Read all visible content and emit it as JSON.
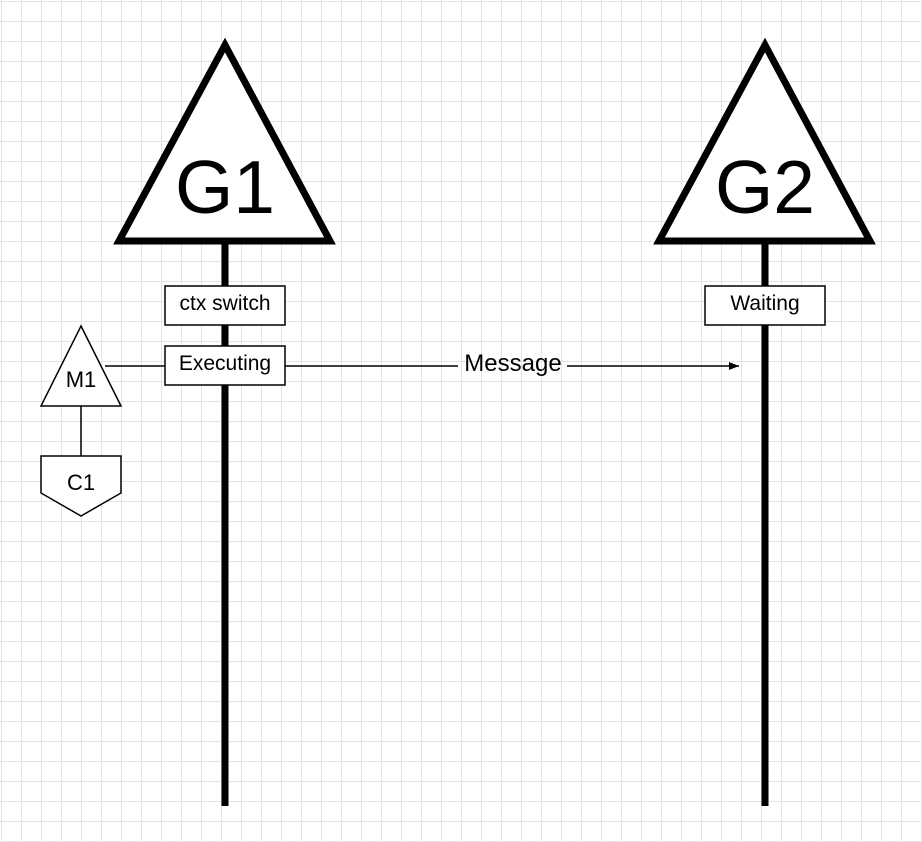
{
  "diagram": {
    "goroutines": [
      {
        "label": "G1",
        "states": [
          "ctx switch",
          "Executing"
        ]
      },
      {
        "label": "G2",
        "states": [
          "Waiting"
        ]
      }
    ],
    "machine": {
      "label": "M1"
    },
    "core": {
      "label": "C1"
    },
    "message": {
      "label": "Message"
    }
  },
  "colors": {
    "line": "#000000",
    "background": "#ffffff",
    "grid": "#e4e4e4"
  }
}
